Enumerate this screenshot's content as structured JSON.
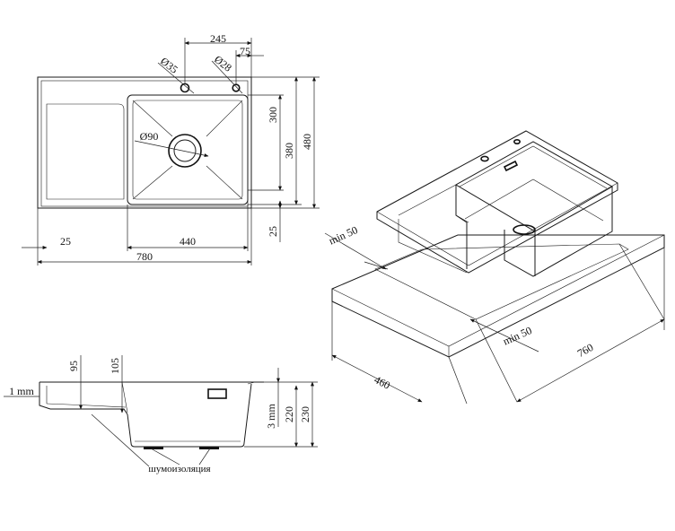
{
  "top_view": {
    "dim_245": "245",
    "dim_75": "75",
    "dim_phi35": "Ø35",
    "dim_phi28": "Ø28",
    "dim_phi90": "Ø90",
    "dim_300": "300",
    "dim_380": "380",
    "dim_480": "480",
    "dim_25_left": "25",
    "dim_440": "440",
    "dim_25_right": "25",
    "dim_780": "780"
  },
  "iso_view": {
    "min50_top": "min 50",
    "min50_bottom": "min 50",
    "dim_460": "460",
    "dim_760": "760"
  },
  "side_view": {
    "dim_1mm": "1 mm",
    "dim_95": "95",
    "dim_105": "105",
    "dim_3mm": "3 mm",
    "dim_220": "220",
    "dim_230": "230",
    "noise_label": "шумоизоляция"
  }
}
